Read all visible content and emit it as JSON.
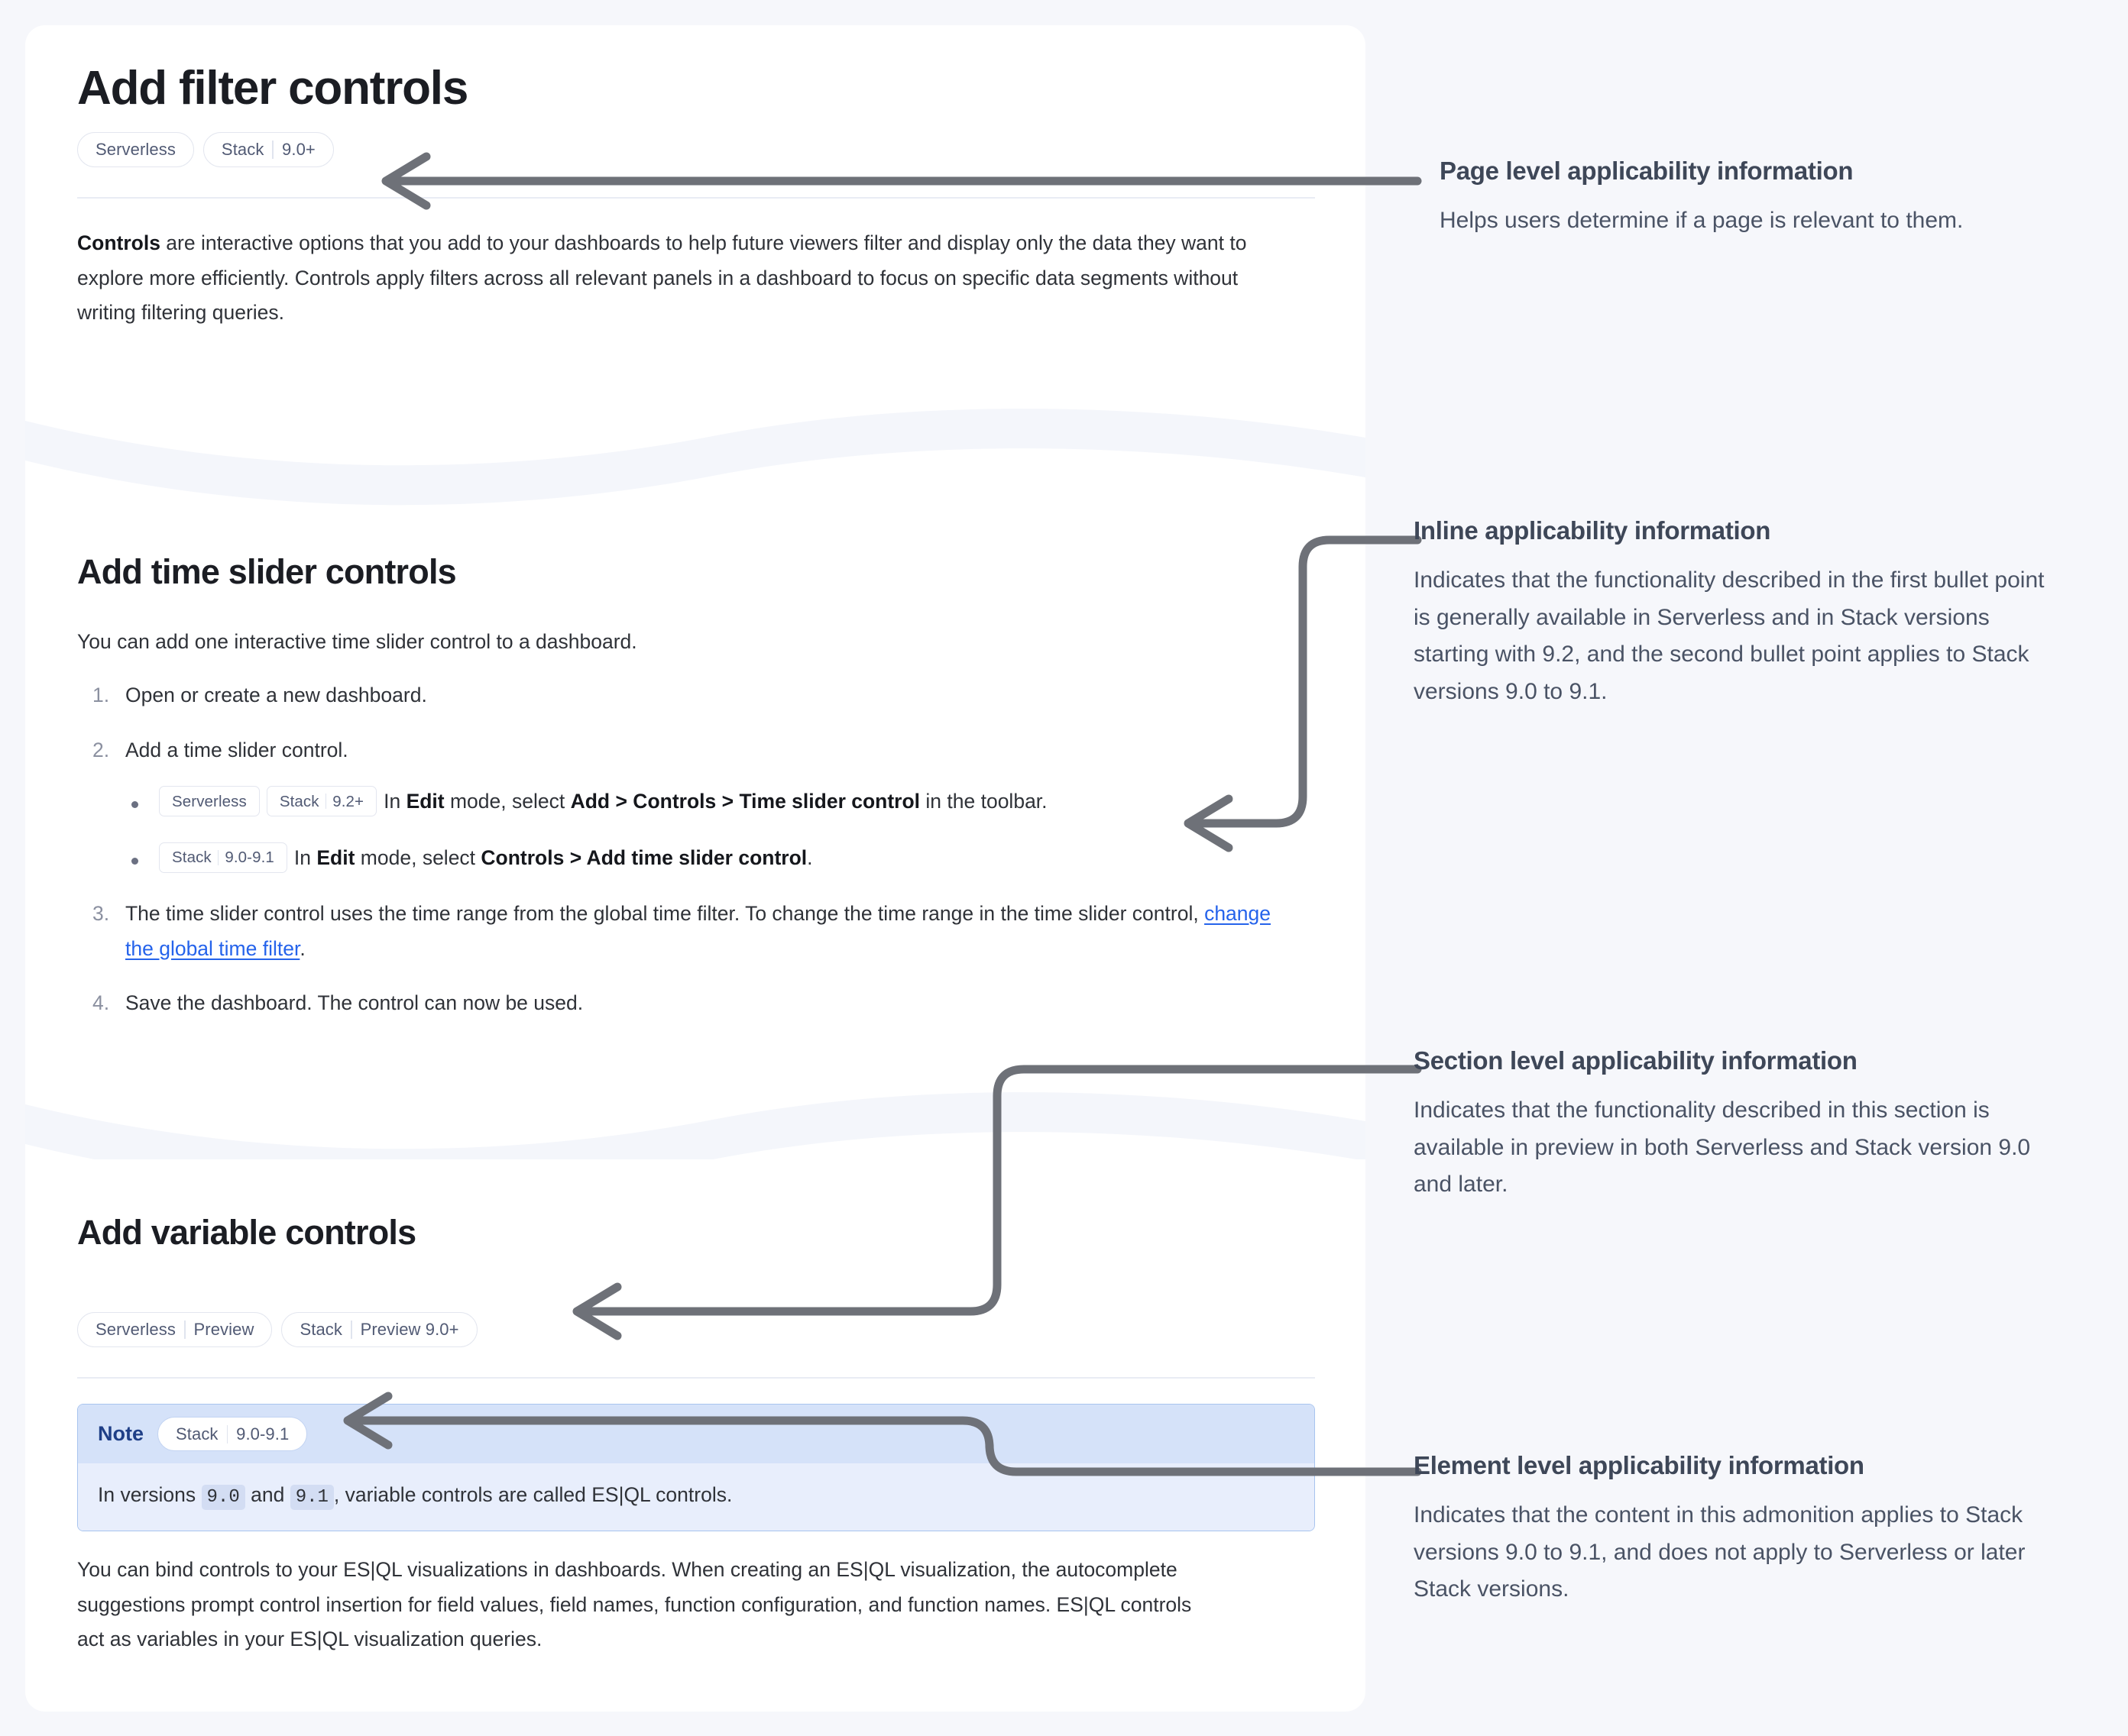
{
  "colors": {
    "page_background": "#f6f7fb",
    "card_background": "#ffffff",
    "connector": "#6e7178",
    "link": "#2563eb",
    "note_border": "#a8c4ef",
    "note_header_bg": "#d5e2f9",
    "note_body_bg": "#e8eefc",
    "note_label": "#1f3f87",
    "badge_text": "#515a74",
    "annotation_title": "#3e4758",
    "annotation_body": "#4a5365"
  },
  "document": {
    "page_title": "Add filter controls",
    "page_badges": [
      {
        "segments": [
          "Serverless"
        ]
      },
      {
        "segments": [
          "Stack",
          "9.0+"
        ]
      }
    ],
    "intro": {
      "lead": "Controls",
      "rest": " are interactive options that you add to your dashboards to help future viewers filter and display only the data they want to explore more efficiently. Controls apply filters across all relevant panels in a dashboard to focus on specific data segments without writing filtering queries."
    },
    "section_time_slider": {
      "title": "Add time slider controls",
      "intro": "You can add one interactive time slider control to a dashboard.",
      "steps": [
        {
          "text": "Open or create a new dashboard."
        },
        {
          "text": "Add a time slider control.",
          "bullets": [
            {
              "badges": [
                {
                  "segments": [
                    "Serverless"
                  ]
                },
                {
                  "segments": [
                    "Stack",
                    "9.2+"
                  ]
                }
              ],
              "parts": [
                {
                  "t": "In ",
                  "b": false
                },
                {
                  "t": "Edit",
                  "b": true
                },
                {
                  "t": " mode, select ",
                  "b": false
                },
                {
                  "t": "Add > Controls > Time slider control",
                  "b": true
                },
                {
                  "t": " in the toolbar.",
                  "b": false
                }
              ]
            },
            {
              "badges": [
                {
                  "segments": [
                    "Stack",
                    "9.0-9.1"
                  ]
                }
              ],
              "parts": [
                {
                  "t": "In ",
                  "b": false
                },
                {
                  "t": "Edit",
                  "b": true
                },
                {
                  "t": " mode, select ",
                  "b": false
                },
                {
                  "t": "Controls > Add time slider control",
                  "b": true
                },
                {
                  "t": ".",
                  "b": false
                }
              ]
            }
          ]
        },
        {
          "text_before_link": "The time slider control uses the time range from the global time filter. To change the time range in the time slider control, ",
          "link_text": "change the global time filter",
          "text_after_link": "."
        },
        {
          "text": "Save the dashboard. The control can now be used."
        }
      ]
    },
    "section_variable": {
      "title": "Add variable controls",
      "badges": [
        {
          "segments": [
            "Serverless",
            "Preview"
          ]
        },
        {
          "segments": [
            "Stack",
            "Preview 9.0+"
          ]
        }
      ],
      "note": {
        "label": "Note",
        "badge": {
          "segments": [
            "Stack",
            "9.0-9.1"
          ]
        },
        "body_parts": [
          {
            "t": "In versions ",
            "code": false
          },
          {
            "t": "9.0",
            "code": true
          },
          {
            "t": " and ",
            "code": false
          },
          {
            "t": "9.1",
            "code": true
          },
          {
            "t": ", variable controls are called ES|QL controls.",
            "code": false
          }
        ]
      },
      "paragraph": "You can bind controls to your ES|QL visualizations in dashboards. When creating an ES|QL visualization, the autocomplete suggestions prompt control insertion for field values, field names, function configuration, and function names. ES|QL controls act as variables in your ES|QL visualization queries."
    }
  },
  "annotations": [
    {
      "id": "page-level",
      "title": "Page level applicability information",
      "body": "Helps users determine if a page is relevant to them."
    },
    {
      "id": "inline",
      "title": "Inline applicability information",
      "body": "Indicates that the functionality described in the first bullet point is generally available in Serverless and in Stack versions starting with 9.2, and the second bullet point applies to Stack versions 9.0 to 9.1."
    },
    {
      "id": "section-level",
      "title": "Section level applicability information",
      "body": "Indicates that the functionality described in this section is available in preview in both Serverless and Stack version 9.0 and later."
    },
    {
      "id": "element-level",
      "title": "Element level applicability information",
      "body": "Indicates that the content in this admonition applies to Stack versions 9.0 to 9.1, and does not apply to Serverless or later Stack versions."
    }
  ]
}
